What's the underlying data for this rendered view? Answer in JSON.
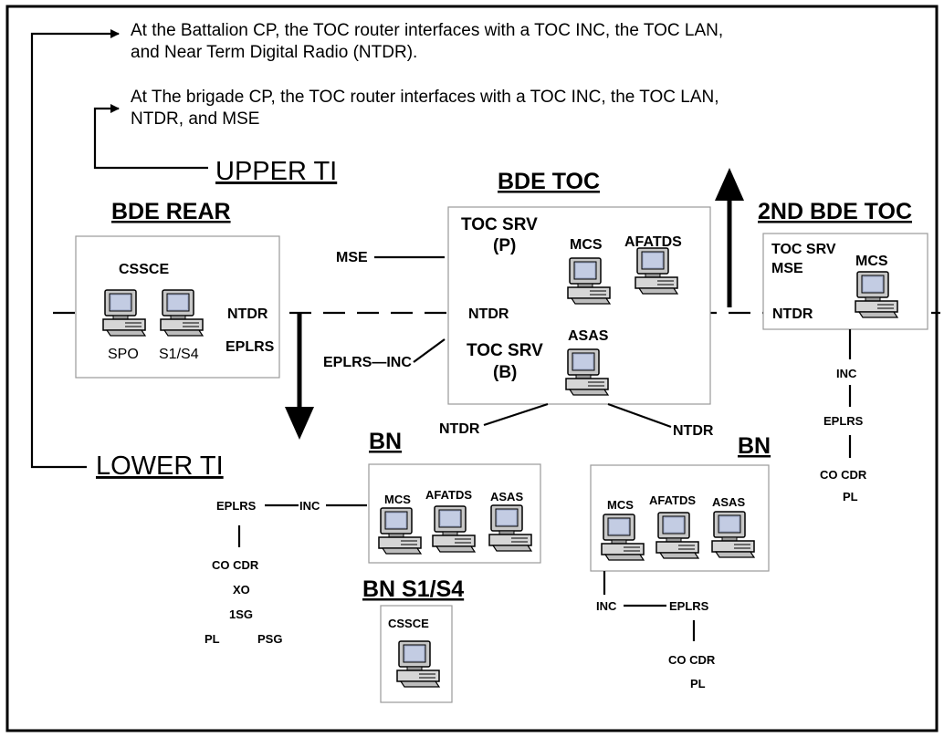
{
  "notes": {
    "battalion_line1": "At the Battalion CP, the TOC router interfaces with a TOC INC, the TOC LAN,",
    "battalion_line2": "and Near Term Digital Radio (NTDR).",
    "brigade_line1": "At The brigade CP, the TOC router interfaces with a TOC INC, the TOC LAN,",
    "brigade_line2": "NTDR, and MSE"
  },
  "tiers": {
    "upper": "UPPER TI",
    "lower": "LOWER TI"
  },
  "bde_rear": {
    "title": "BDE REAR",
    "system": "CSSCE",
    "pc1": "SPO",
    "pc2": "S1/S4",
    "ntdr": "NTDR",
    "eplrs": "EPLRS"
  },
  "bde_toc": {
    "title": "BDE TOC",
    "srv_p_line1": "TOC SRV",
    "srv_p_line2": "(P)",
    "mcs": "MCS",
    "afatds": "AFATDS",
    "ntdr": "NTDR",
    "srv_b_line1": "TOC SRV",
    "srv_b_line2": "(B)",
    "asas": "ASAS",
    "mse": "MSE",
    "eplrs_inc": "EPLRS—INC",
    "ntdr_left": "NTDR",
    "ntdr_right": "NTDR"
  },
  "bde2_toc": {
    "title": "2ND BDE TOC",
    "srv": "TOC SRV",
    "mse": "MSE",
    "mcs": "MCS",
    "ntdr": "NTDR",
    "inc": "INC",
    "eplrs": "EPLRS",
    "co_cdr": "CO CDR",
    "pl": "PL"
  },
  "bn1": {
    "title": "BN",
    "mcs": "MCS",
    "afatds": "AFATDS",
    "asas": "ASAS",
    "eplrs": "EPLRS",
    "inc": "INC",
    "co_cdr": "CO CDR",
    "xo": "XO",
    "first_sg": "1SG",
    "pl": "PL",
    "psg": "PSG"
  },
  "bn2": {
    "title": "BN",
    "mcs": "MCS",
    "afatds": "AFATDS",
    "asas": "ASAS",
    "inc": "INC",
    "eplrs": "EPLRS",
    "co_cdr": "CO CDR",
    "pl": "PL"
  },
  "bn_s1s4": {
    "title": "BN S1/S4",
    "system": "CSSCE"
  }
}
